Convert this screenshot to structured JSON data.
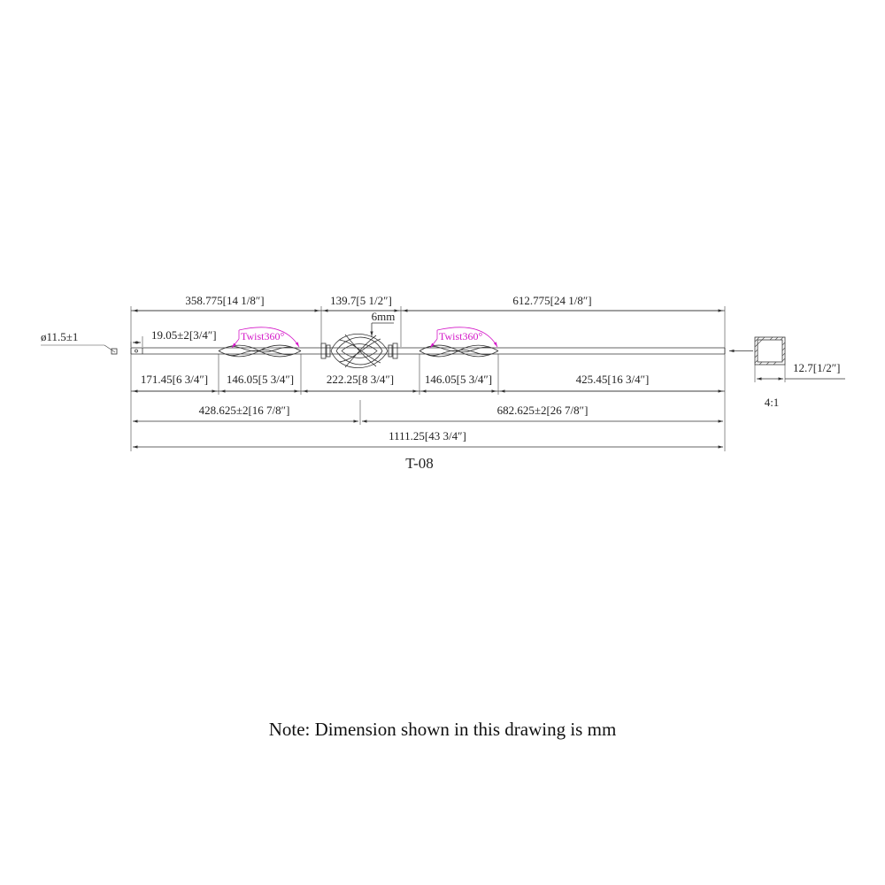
{
  "part_id": "T-08",
  "scale": "4:1",
  "note": "Note: Dimension shown in this drawing is mm",
  "dimensions": {
    "diameter": "ø11.5±1",
    "collar_len": "19.05±2[3/4″]",
    "top_left": "358.775[14 1/8″]",
    "top_mid": "139.7[5 1/2″]",
    "top_right": "612.775[24 1/8″]",
    "basket_gap": "6mm",
    "seg1": "171.45[6 3/4″]",
    "seg2": "146.05[5 3/4″]",
    "seg3": "222.25[8 3/4″]",
    "seg4": "146.05[5 3/4″]",
    "seg5": "425.45[16 3/4″]",
    "lower_left": "428.625±2[16 7/8″]",
    "lower_right": "682.625±2[26 7/8″]",
    "overall": "1111.25[43 3/4″]",
    "section_size": "12.7[1/2″]"
  },
  "twist_labels": [
    "Twist360°",
    "Twist360°"
  ]
}
